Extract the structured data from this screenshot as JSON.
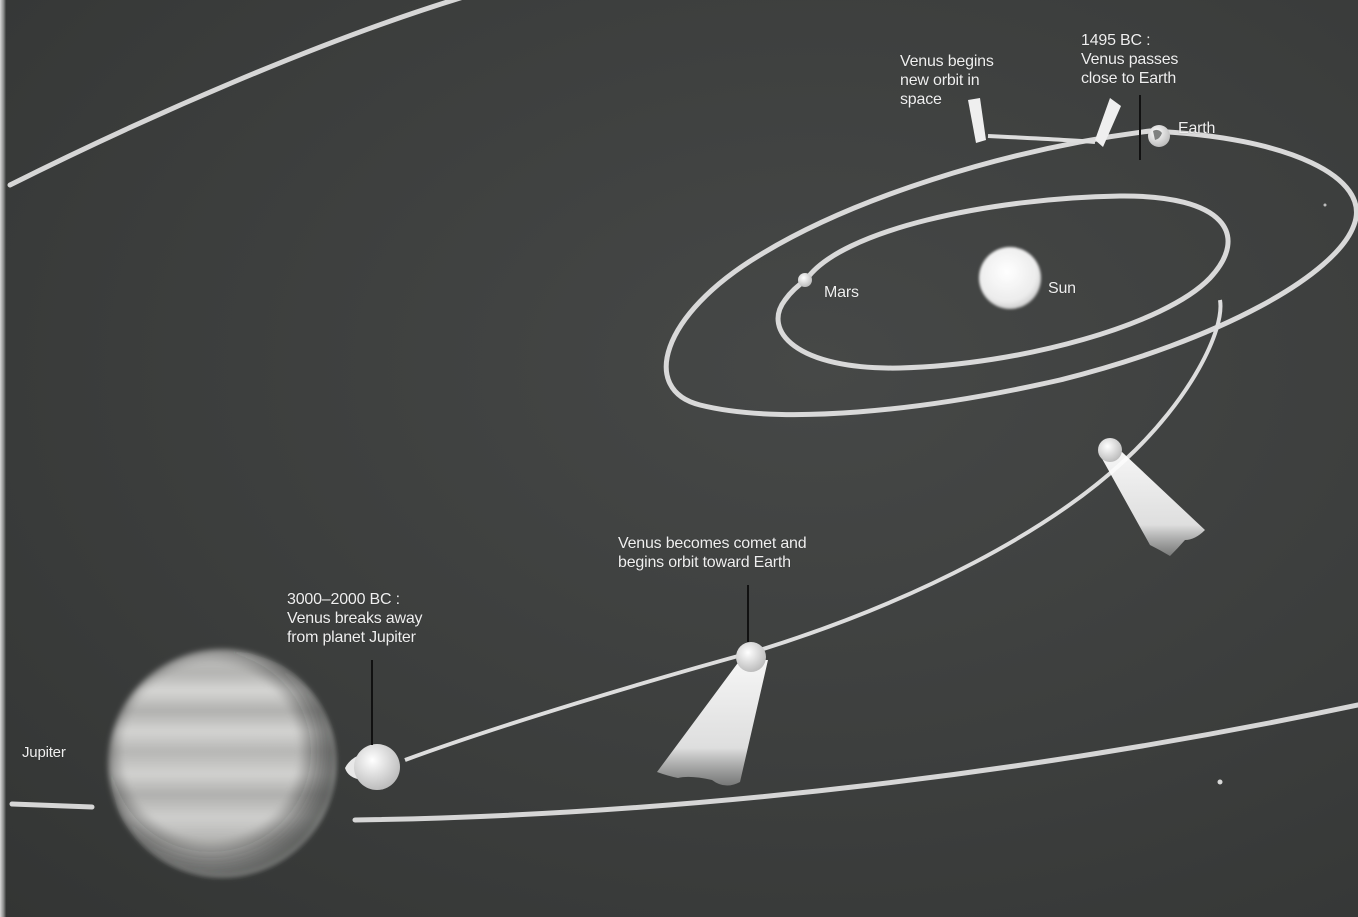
{
  "diagram": {
    "colors": {
      "background": "#3d3f3e",
      "orbit": "#d9d9d9",
      "planet": "#f2f2f2",
      "jupiter": "#c9c9c7",
      "label": "#efefef"
    },
    "bodies": {
      "sun": "Sun",
      "mars": "Mars",
      "earth": "Earth",
      "jupiter": "Jupiter"
    },
    "events": {
      "breakaway": {
        "date": "3000–2000 BC :",
        "lines": [
          "Venus breaks away",
          "from planet Jupiter"
        ]
      },
      "comet": {
        "lines": [
          "Venus becomes comet and",
          "begins orbit toward Earth"
        ]
      },
      "close_pass": {
        "date": "1495 BC :",
        "lines": [
          "Venus passes",
          "close to Earth"
        ]
      },
      "new_orbit": {
        "lines": [
          "Venus begins",
          "new orbit in",
          "space"
        ]
      }
    }
  }
}
